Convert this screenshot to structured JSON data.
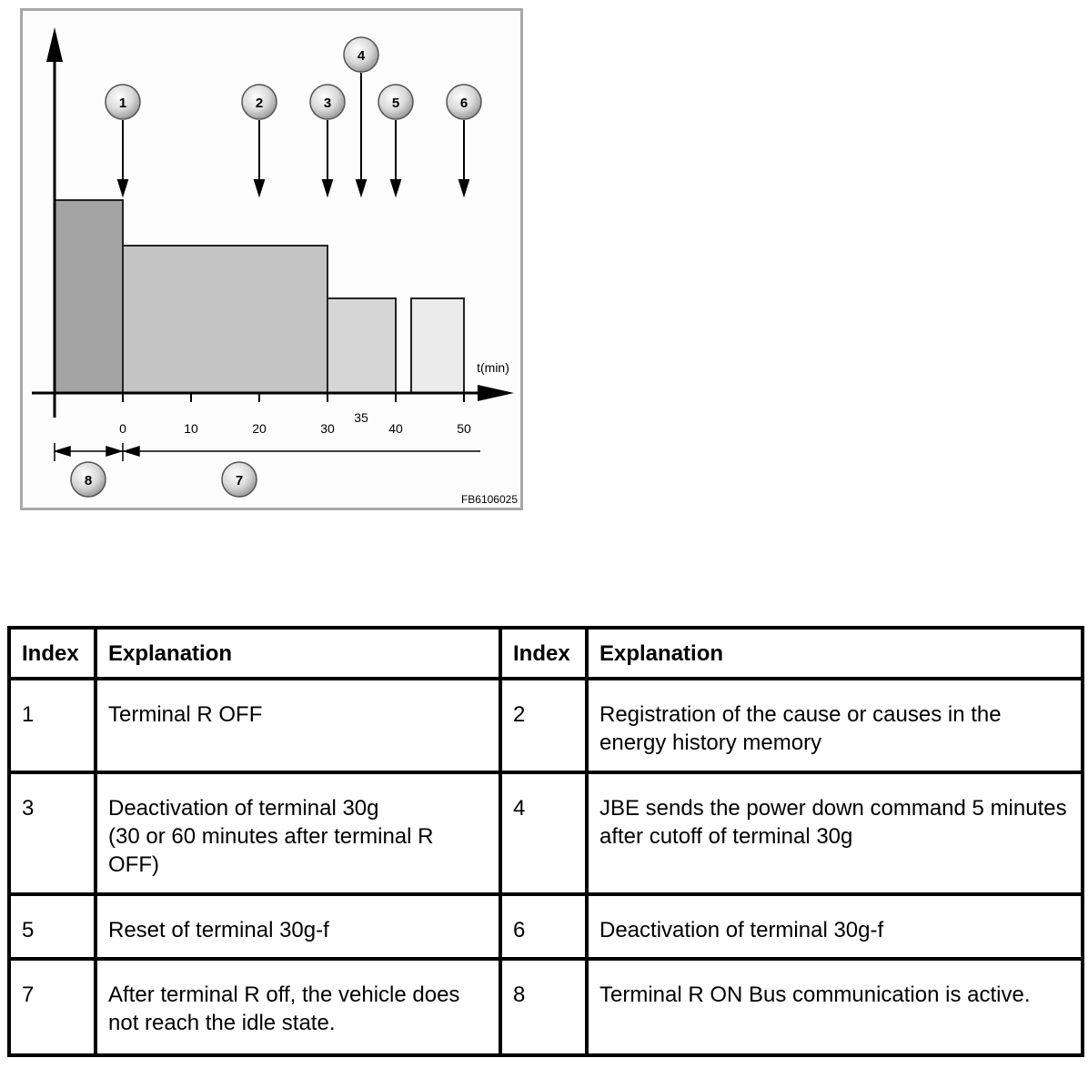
{
  "figure": {
    "axis_label": "t(min)",
    "ticks": [
      "0",
      "10",
      "20",
      "30",
      "35",
      "40",
      "50"
    ],
    "code": "FB6106025",
    "markers": [
      {
        "id": "1",
        "label": "1",
        "t": 0
      },
      {
        "id": "2",
        "label": "2",
        "t": 20
      },
      {
        "id": "3",
        "label": "3",
        "t": 30
      },
      {
        "id": "4",
        "label": "4",
        "t": 35
      },
      {
        "id": "5",
        "label": "5",
        "t": 40
      },
      {
        "id": "6",
        "label": "6",
        "t": 50
      }
    ],
    "bottom_markers": [
      {
        "id": "8",
        "label": "8"
      },
      {
        "id": "7",
        "label": "7"
      }
    ],
    "fill_colors": [
      "#a4a4a4",
      "#c4c4c4",
      "#d6d6d6",
      "#ebebeb"
    ]
  },
  "table": {
    "headers": [
      "Index",
      "Explanation",
      "Index",
      "Explanation"
    ],
    "rows": [
      [
        {
          "index": "1",
          "text": "Terminal R OFF"
        },
        {
          "index": "2",
          "text": "Registration of the cause or causes in the energy history memory"
        }
      ],
      [
        {
          "index": "3",
          "text": "Deactivation of terminal 30g\n(30 or 60 minutes after terminal R OFF)"
        },
        {
          "index": "4",
          "text": "JBE sends the power down command 5 minutes after cutoff of terminal 30g"
        }
      ],
      [
        {
          "index": "5",
          "text": "Reset of terminal 30g-f"
        },
        {
          "index": "6",
          "text": "Deactivation of terminal 30g-f"
        }
      ],
      [
        {
          "index": "7",
          "text": "After terminal R off, the vehicle does not reach the idle state."
        },
        {
          "index": "8",
          "text": "Terminal R ON Bus communication is active."
        }
      ]
    ]
  }
}
